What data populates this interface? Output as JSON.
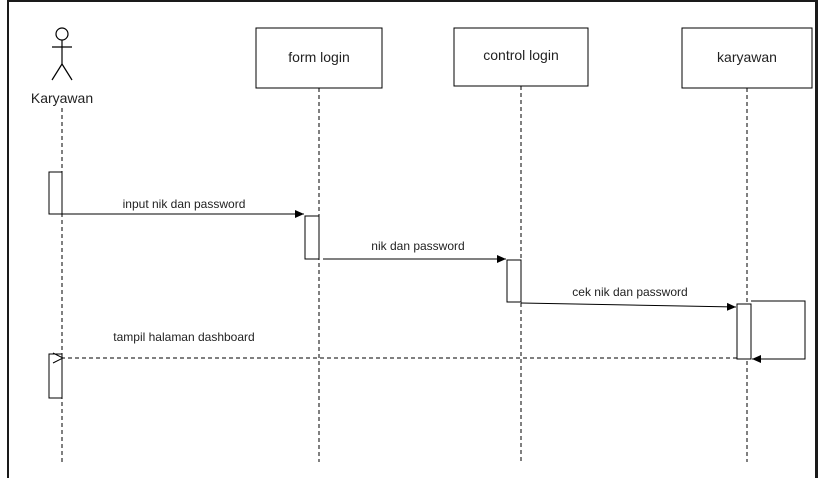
{
  "diagram": {
    "actor": {
      "label": "Karyawan"
    },
    "lifelines": [
      {
        "id": "form-login",
        "label": "form login"
      },
      {
        "id": "control-login",
        "label": "control login"
      },
      {
        "id": "karyawan",
        "label": "karyawan"
      }
    ],
    "messages": [
      {
        "id": "m1",
        "label": "input nik dan password",
        "type": "sync"
      },
      {
        "id": "m2",
        "label": "nik dan password",
        "type": "sync"
      },
      {
        "id": "m3",
        "label": "cek nik dan password",
        "type": "sync"
      },
      {
        "id": "m4",
        "label": "tampil halaman dashboard",
        "type": "return"
      }
    ]
  },
  "colors": {
    "line": "#000000",
    "text": "#222222",
    "frame": "#1a1a1a"
  }
}
